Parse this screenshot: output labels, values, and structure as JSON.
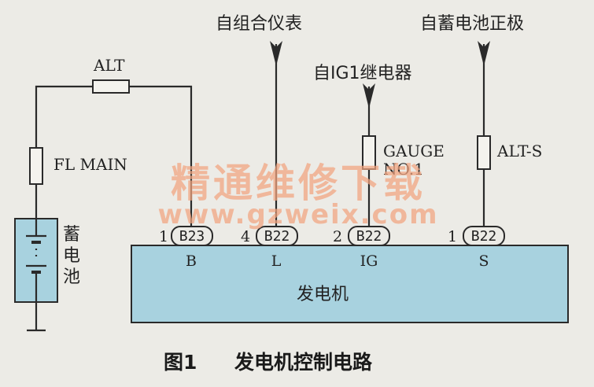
{
  "sources": {
    "meter": "自组合仪表",
    "relay": "自IG1继电器",
    "battery_positive": "自蓄电池正极"
  },
  "fuses": {
    "alt": "ALT",
    "fl_main": "FL MAIN",
    "gauge_line1": "GAUGE",
    "gauge_line2": "NO.1",
    "alt_s": "ALT-S"
  },
  "battery": {
    "line1": "蓄",
    "line2": "电",
    "line3": "池"
  },
  "connectors": [
    {
      "pin": "1",
      "code": "B23",
      "terminal": "B"
    },
    {
      "pin": "4",
      "code": "B22",
      "terminal": "L"
    },
    {
      "pin": "2",
      "code": "B22",
      "terminal": "IG"
    },
    {
      "pin": "1",
      "code": "B22",
      "terminal": "S"
    }
  ],
  "generator_label": "发电机",
  "watermark": {
    "text_cn": "精通维修下载",
    "text_url": "www.gzweix.com"
  },
  "caption": {
    "number": "图1",
    "title": "发电机控制电路"
  },
  "colors": {
    "generator_fill": "#a8d2df",
    "battery_fill": "#a8d2df",
    "watermark": "#f2a47f"
  }
}
